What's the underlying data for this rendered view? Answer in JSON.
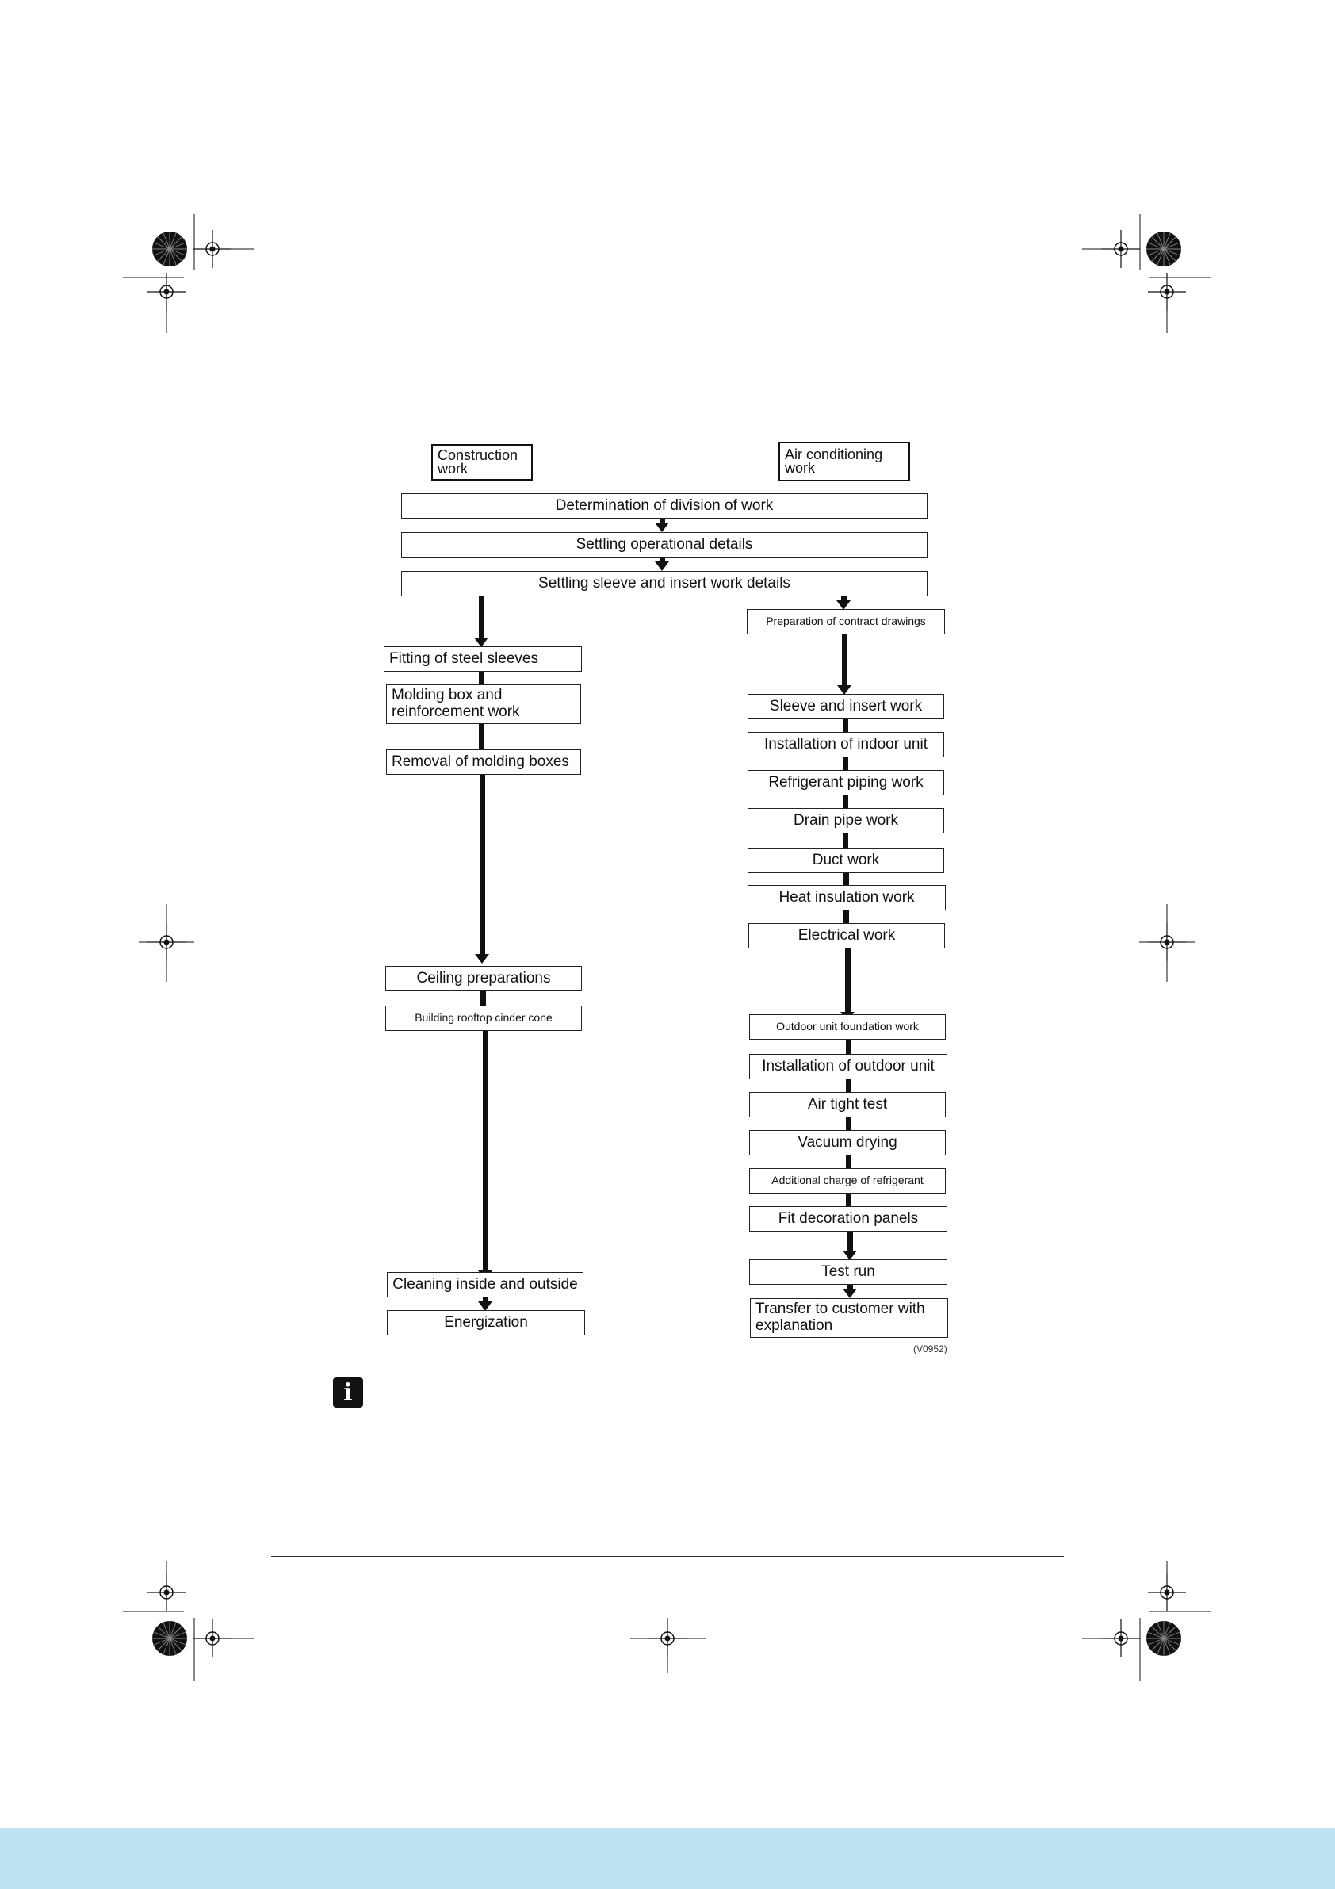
{
  "columns": {
    "construction": "Construction work",
    "aircon": "Air conditioning work"
  },
  "shared_steps": [
    "Determination of division of work",
    "Settling operational details",
    "Settling sleeve and insert work details"
  ],
  "construction_steps": [
    "Fitting of steel sleeves",
    "Molding box and reinforcement work",
    "Removal of molding boxes",
    "Ceiling preparations",
    "Building rooftop cinder cone",
    "Cleaning inside and outside",
    "Energization"
  ],
  "aircon_steps": [
    "Preparation of contract drawings",
    "Sleeve and insert work",
    "Installation of indoor unit",
    "Refrigerant piping work",
    "Drain pipe work",
    "Duct work",
    "Heat insulation work",
    "Electrical work",
    "Outdoor unit foundation work",
    "Installation of outdoor unit",
    "Air tight test",
    "Vacuum drying",
    "Additional charge of refrigerant",
    "Fit decoration panels",
    "Test run",
    "Transfer to customer with explanation"
  ],
  "figure_id": "(V0952)",
  "icons": {
    "info": "info-icon",
    "registration": "registration-mark-icon",
    "starburst": "starburst-icon"
  },
  "colors": {
    "footer_band": "#bde4f0",
    "ink": "#111111"
  }
}
